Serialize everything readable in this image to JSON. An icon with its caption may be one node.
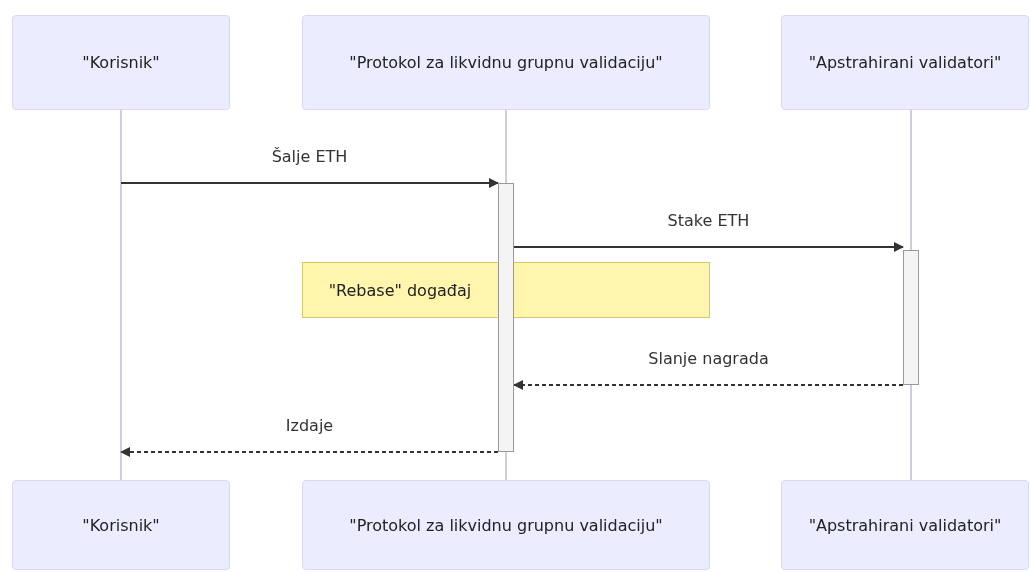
{
  "diagram": {
    "nodes": [
      {
        "text": [
          "\"Korisnik\""
        ]
      },
      {
        "text": [
          "\"Protokol za likvidnu grupnu validaciju\""
        ]
      },
      {
        "text": [
          "\"Apstrahirani validatori\""
        ]
      },
      {
        "text": [
          "\"Korisnik\""
        ]
      },
      {
        "text": [
          "\"Protokol za likvidnu grupnu validaciju\""
        ]
      },
      {
        "text": [
          "\"Apstrahirani validatori\""
        ]
      },
      {
        "text": [
          "\"Rebase\" događaj"
        ]
      },
      {
        "text": [],
        "shape": "bar"
      },
      {
        "text": [],
        "shape": "bar"
      }
    ],
    "edges": [
      {
        "from": 0,
        "to": 3,
        "arrow": "none"
      },
      {
        "from": 1,
        "to": 7,
        "arrow": "none"
      },
      {
        "from": 7,
        "to": 4,
        "arrow": "none"
      },
      {
        "from": 2,
        "to": 8,
        "arrow": "none"
      },
      {
        "from": 8,
        "to": 5,
        "arrow": "none"
      },
      {
        "from": null,
        "to": 7,
        "arrow": "to",
        "label": "Šalje ETH",
        "color": "#333333"
      },
      {
        "from": 7,
        "to": 8,
        "arrow": "to",
        "label": "Stake ETH",
        "color": "#333333"
      },
      {
        "from": 8,
        "to": 7,
        "arrow": "to",
        "label": "Slanje nagrada",
        "style": "dashed",
        "color": "#333333"
      },
      {
        "from": 7,
        "to": 3,
        "arrow": "to",
        "label": "Izdaje",
        "style": "dashed",
        "color": "#333333"
      }
    ]
  }
}
